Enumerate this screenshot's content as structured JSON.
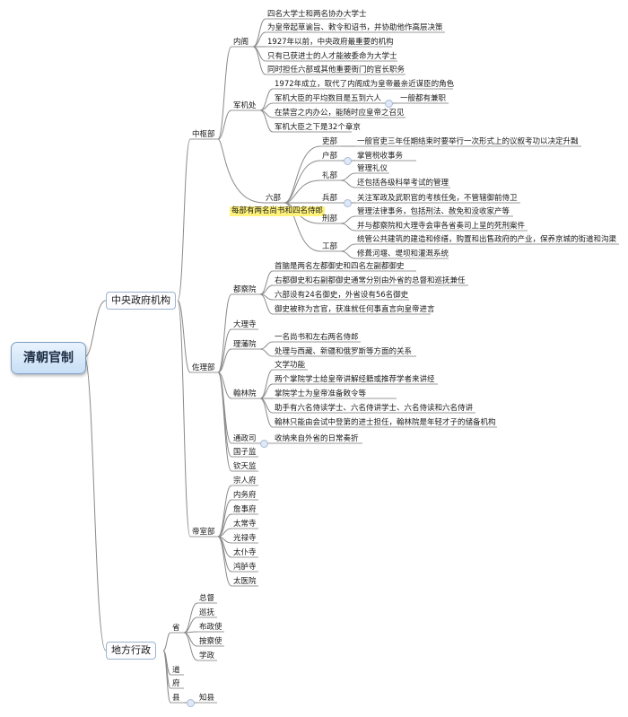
{
  "root": "清朝官制",
  "central": "中央政府机构",
  "local": "地方行政",
  "zhongshu": "中枢部",
  "neige": "内阁",
  "neige_items": [
    "四名大学士和两名协办大学士",
    "为皇帝起草谕旨、敕令和诏书，并协助他作高层决策",
    "1927年以前，中央政府最重要的机构",
    "只有已获进士的人才能被委命为大学士",
    "同时担任六部或其他重要衙门的官长职务"
  ],
  "junjichu": "军机处",
  "junjichu_items": [
    "1972年成立，取代了内阁成为皇帝最亲近谋臣的角色",
    "军机大臣的平均数目是五到六人",
    "在禁宫之内办公，能随时应皇帝之召见",
    "军机大臣之下是32个章京"
  ],
  "junjichu_note": "一般都有兼职",
  "liubu": "六部",
  "liubu_note": "每部有两名尚书和四名侍郎",
  "libu_official": "吏部",
  "libu_official_item": "一般官吏三年任期结束时要举行一次形式上的议叙考功以决定升黜",
  "hubu": "户部",
  "hubu_item": "掌管税收事务",
  "libu_rites": "礼部",
  "libu_rites_items": [
    "管理礼仪",
    "还包括各级科举考试的管理"
  ],
  "bingbu": "兵部",
  "bingbu_item": "关注军政及武职官的考核任免，不管辖御前侍卫",
  "xingbu": "刑部",
  "xingbu_items": [
    "管理法律事务，包括刑法、赦免和没收家产等",
    "并与都察院和大理寺会审各省奏司上呈的死刑案件"
  ],
  "gongbu": "工部",
  "gongbu_items": [
    "统管公共建筑的建造和修缮，购置和出售政府的产业，保养京城的街道和沟渠",
    "修葺河堰、堤坝和灌溉系统"
  ],
  "zuoli": "佐理部",
  "duchayuan": "都察院",
  "duchayuan_items": [
    "首脑是两名左都御史和四名左副都御史",
    "右都御史和右副都御史通常分别由外省的总督和巡抚兼任",
    "六部设有24名御史，外省设有56名御史",
    "御史被称为言官，获准就任何事直言向皇帝进言"
  ],
  "dalisi": "大理寺",
  "lifanyuan": "理藩院",
  "lifanyuan_items": [
    "一名尚书和左右两名侍郎",
    "处理与西藏、新疆和俄罗斯等方面的关系"
  ],
  "hanlinyuan": "翰林院",
  "hanlinyuan_items": [
    "文学功能",
    "两个掌院学士给皇帝讲解经籍或推荐学者来讲经",
    "掌院学士为皇帝准备敕令等",
    "助手有六名侍读学士、六名侍讲学士、六名侍读和六名侍讲",
    "翰林只能由会试中登第的进士担任，翰林院是年轻才子的储备机构"
  ],
  "tongzhengsi": "通政司",
  "tongzhengsi_item": "收纳来自外省的日常奏折",
  "guozijian": "国子监",
  "qintianjian": "钦天监",
  "dishi": "帝室部",
  "dishi_items": [
    "宗人府",
    "内务府",
    "詹事府",
    "太常寺",
    "光禄寺",
    "太仆寺",
    "鸿胪寺",
    "太医院"
  ],
  "sheng": "省",
  "sheng_items": [
    "总督",
    "巡抚",
    "布政使",
    "按察使",
    "学政"
  ],
  "dao": "道",
  "fu": "府",
  "xian": "县",
  "zhixian": "知县",
  "colors": {
    "line": "#8a8a8a",
    "root_fill": "#d7e8f9",
    "highlight": "#fff27a",
    "underline": "#9a9a9a"
  }
}
